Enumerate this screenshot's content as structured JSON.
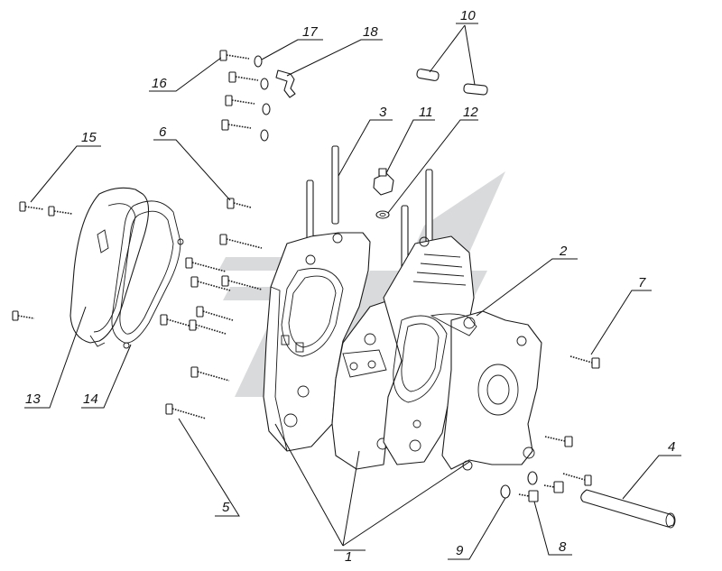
{
  "colors": {
    "line": "#1a1a1a",
    "watermark": "#b9bcc0",
    "background": "#ffffff"
  },
  "watermark": {
    "icon": "logo-watermark-icon"
  },
  "callouts": [
    {
      "id": "c1",
      "label": "1"
    },
    {
      "id": "c2",
      "label": "2"
    },
    {
      "id": "c3",
      "label": "3"
    },
    {
      "id": "c4",
      "label": "4"
    },
    {
      "id": "c5",
      "label": "5"
    },
    {
      "id": "c6",
      "label": "6"
    },
    {
      "id": "c7",
      "label": "7"
    },
    {
      "id": "c8",
      "label": "8"
    },
    {
      "id": "c9",
      "label": "9"
    },
    {
      "id": "c10",
      "label": "10"
    },
    {
      "id": "c11",
      "label": "11"
    },
    {
      "id": "c12",
      "label": "12"
    },
    {
      "id": "c13",
      "label": "13"
    },
    {
      "id": "c14",
      "label": "14"
    },
    {
      "id": "c15",
      "label": "15"
    },
    {
      "id": "c16",
      "label": "16"
    },
    {
      "id": "c17",
      "label": "17"
    },
    {
      "id": "c18",
      "label": "18"
    }
  ]
}
